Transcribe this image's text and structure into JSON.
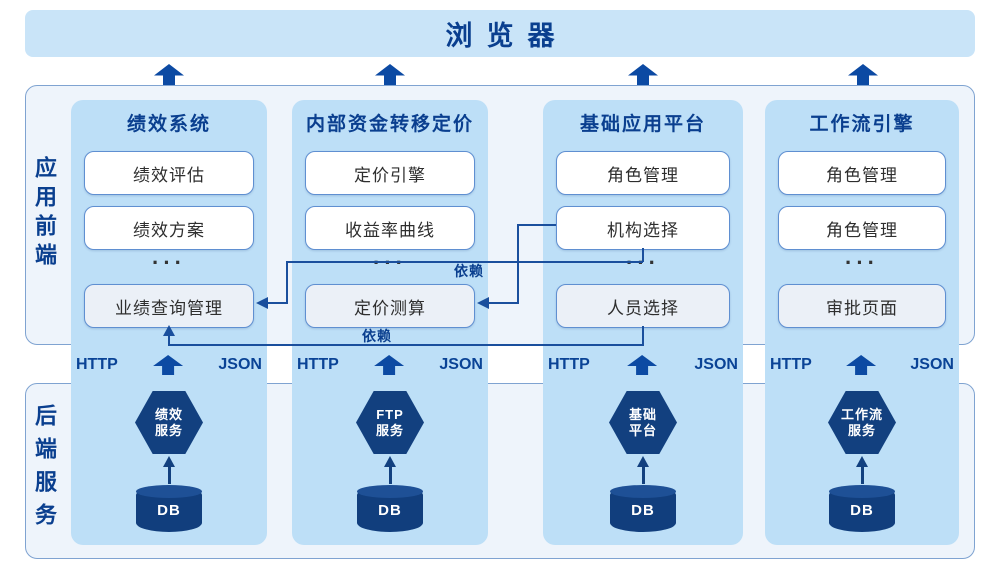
{
  "browser": {
    "title": "浏览器"
  },
  "frontend": {
    "label": "应用前端",
    "columns": [
      {
        "title": "绩效系统",
        "modules": [
          "绩效评估",
          "绩效方案"
        ],
        "ellipsis": "···",
        "bottom_module": "业绩查询管理",
        "http": "HTTP",
        "json": "JSON",
        "service": {
          "line1": "绩效",
          "line2": "服务"
        },
        "db": "DB"
      },
      {
        "title": "内部资金转移定价",
        "modules": [
          "定价引擎",
          "收益率曲线"
        ],
        "ellipsis": "···",
        "bottom_module": "定价测算",
        "http": "HTTP",
        "json": "JSON",
        "service": {
          "line1": "FTP",
          "line2": "服务"
        },
        "db": "DB"
      },
      {
        "title": "基础应用平台",
        "modules": [
          "角色管理",
          "机构选择"
        ],
        "ellipsis": "···",
        "bottom_module": "人员选择",
        "http": "HTTP",
        "json": "JSON",
        "service": {
          "line1": "基础",
          "line2": "平台"
        },
        "db": "DB"
      },
      {
        "title": "工作流引擎",
        "modules": [
          "角色管理",
          "角色管理"
        ],
        "ellipsis": "···",
        "bottom_module": "审批页面",
        "http": "HTTP",
        "json": "JSON",
        "service": {
          "line1": "工作流",
          "line2": "服务"
        },
        "db": "DB"
      }
    ]
  },
  "backend": {
    "label": "后端服务"
  },
  "dependencies": {
    "label1": "依赖",
    "label2": "依赖"
  },
  "colors": {
    "navy_text": "#0A3F8F",
    "shape_navy": "#113E7D",
    "line_blue": "#1A4F9D",
    "strip_bg": "#BDDFF7",
    "bar_bg": "#C9E4F8",
    "panel_bg": "#EEF4FB",
    "panel_border": "#7FA3D1",
    "box_border": "#5F8FD1",
    "box_tint_bg": "#EBF0F7",
    "module_text": "#2E2E2E"
  }
}
